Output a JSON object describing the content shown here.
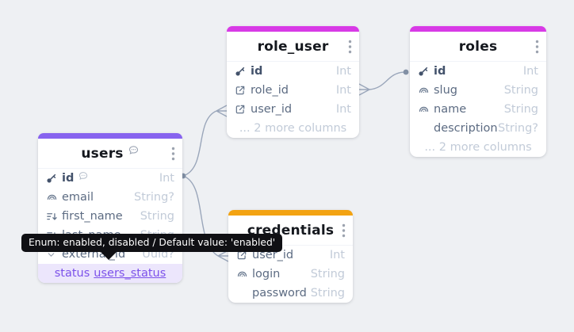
{
  "colors": {
    "background": "#eef0f3",
    "users_accent": "#8763ef",
    "role_user_accent": "#d83ae6",
    "roles_accent": "#d83ae6",
    "credentials_accent": "#f3a312",
    "relation_line": "#9aa6ba",
    "status_highlight": "#ece6fc",
    "status_text": "#7c51ea"
  },
  "tooltip": {
    "text": "Enum: enabled, disabled / Default value: 'enabled'"
  },
  "tables": {
    "users": {
      "title": "users",
      "accent": "#8763ef",
      "rows": [
        {
          "name": "id",
          "type": "Int"
        },
        {
          "name": "email",
          "type": "String?"
        },
        {
          "name": "first_name",
          "type": "String"
        },
        {
          "name": "last_name",
          "type": "String"
        },
        {
          "name": "external_id",
          "type": "Uuid?"
        },
        {
          "name": "status",
          "type": "users_status"
        }
      ]
    },
    "role_user": {
      "title": "role_user",
      "accent": "#d83ae6",
      "rows": [
        {
          "name": "id",
          "type": "Int"
        },
        {
          "name": "role_id",
          "type": "Int"
        },
        {
          "name": "user_id",
          "type": "Int"
        }
      ],
      "more": "... 2 more columns"
    },
    "roles": {
      "title": "roles",
      "accent": "#d83ae6",
      "rows": [
        {
          "name": "id",
          "type": "Int"
        },
        {
          "name": "slug",
          "type": "String"
        },
        {
          "name": "name",
          "type": "String"
        },
        {
          "name": "description",
          "type": "String?"
        }
      ],
      "more": "... 2 more columns"
    },
    "credentials": {
      "title": "credentials",
      "accent": "#f3a312",
      "rows": [
        {
          "name": "user_id",
          "type": "Int"
        },
        {
          "name": "login",
          "type": "String"
        },
        {
          "name": "password",
          "type": "String"
        }
      ]
    }
  },
  "relations": [
    {
      "one_end": "users.id",
      "many_end": "role_user.user_id"
    },
    {
      "one_end": "roles.id",
      "many_end": "role_user.role_id"
    },
    {
      "one_end": "users.id",
      "many_end": "credentials.user_id"
    }
  ]
}
